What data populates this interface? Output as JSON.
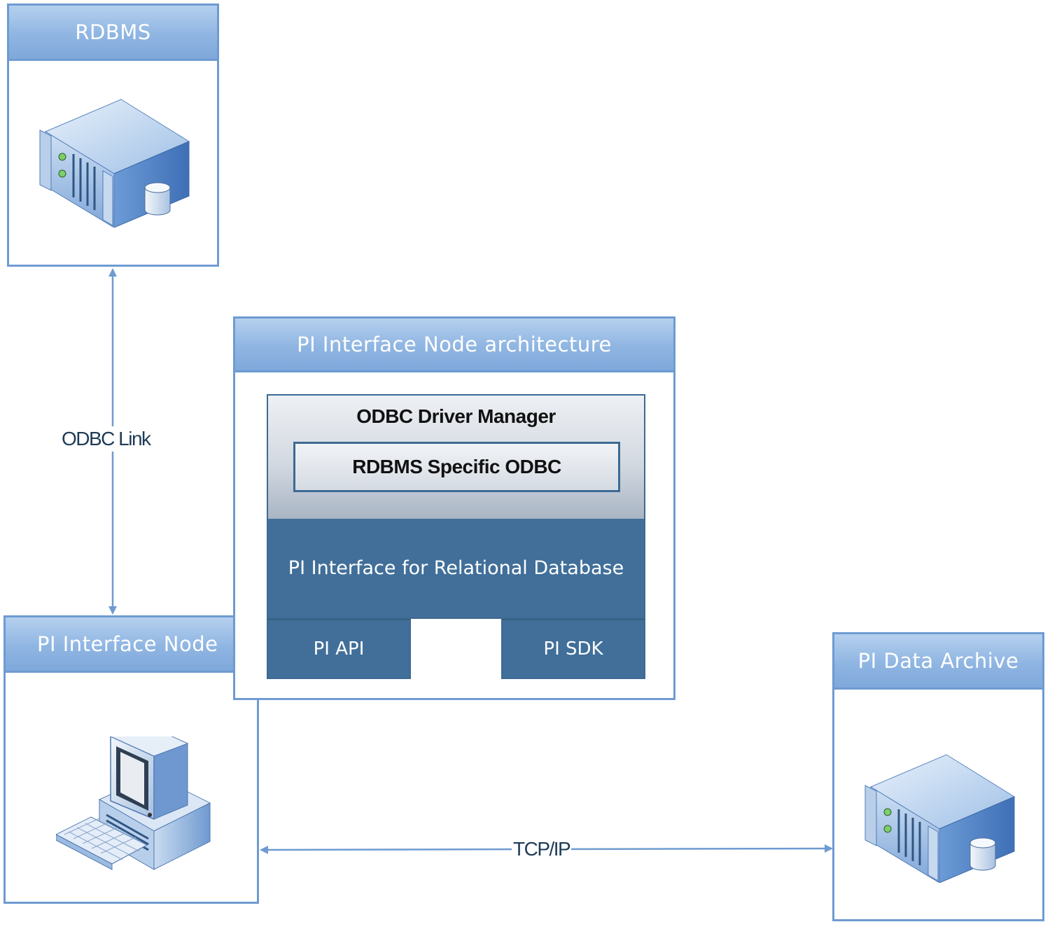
{
  "nodes": {
    "rdbms": {
      "title": "RDBMS",
      "icon": "database-server-icon"
    },
    "interface_node": {
      "title": "PI Interface Node",
      "icon": "desktop-computer-icon"
    },
    "data_archive": {
      "title": "PI Data Archive",
      "icon": "database-server-icon"
    }
  },
  "architecture": {
    "title": "PI Interface Node architecture",
    "odbc_driver_manager": "ODBC Driver Manager",
    "rdbms_specific_odbc": "RDBMS Specific ODBC",
    "pi_interface_rdb": "PI Interface for  Relational Database",
    "pi_api": "PI API",
    "pi_sdk": "PI SDK"
  },
  "links": {
    "odbc": "ODBC Link",
    "tcpip": "TCP/IP"
  },
  "colors": {
    "border": "#6e9bd1",
    "header": "#8fb5e2",
    "dark_block": "#416f99",
    "arrow": "#6e9bd1"
  }
}
